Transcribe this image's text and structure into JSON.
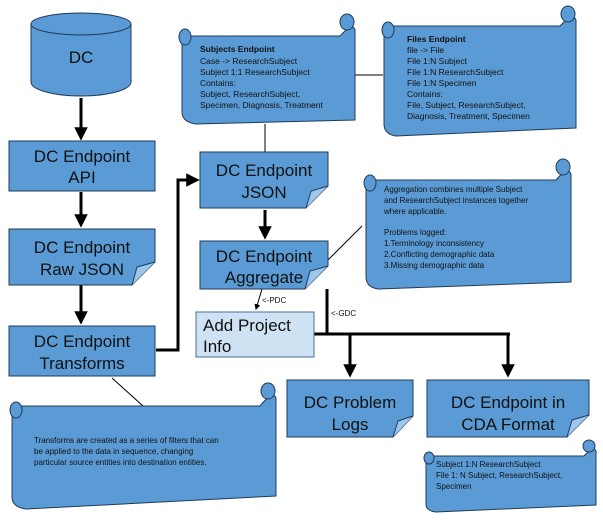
{
  "colors": {
    "box_fill": "#5b9bd5",
    "box_stroke": "#1f3b5a",
    "light_fill": "#cfe2f3",
    "edge": "#000000"
  },
  "nodes": {
    "dc": "DC",
    "endpoint_api": [
      "DC Endpoint",
      "API"
    ],
    "endpoint_raw_json": [
      "DC Endpoint",
      "Raw JSON"
    ],
    "endpoint_transforms": [
      "DC Endpoint",
      "Transforms"
    ],
    "endpoint_json": [
      "DC Endpoint",
      "JSON"
    ],
    "endpoint_aggregate": [
      "DC Endpoint",
      "Aggregate"
    ],
    "add_project_info": [
      "Add Project",
      "Info"
    ],
    "problem_logs": [
      "DC Problem",
      "Logs"
    ],
    "cda_format": [
      "DC Endpoint in",
      "CDA Format"
    ]
  },
  "notes": {
    "subjects_endpoint": {
      "title": "Subjects Endpoint",
      "lines": [
        "Case -> ResearchSubject",
        "Subject 1:1 ResearchSubject",
        "Contains:",
        "Subject, ResearchSubject,",
        "Specimen, Diagnosis, Treatment"
      ]
    },
    "files_endpoint": {
      "title": "Files Endpoint",
      "lines": [
        "file -> File",
        "File 1:N Subject",
        "File 1:N ResearchSubject",
        "File 1:N Specimen",
        "Contains:",
        "File, Subject, ResearchSubject,",
        "Diagnosis, Treatment, Specimen"
      ]
    },
    "aggregation": {
      "lines": [
        "Aggregation combines multiple Subject",
        "and ResearchSubject instances together",
        "where applicable.",
        "",
        "Problems logged:",
        "1.Terminology inconsistency",
        "2.Conflicting demographic data",
        "3.Missing demographic data"
      ]
    },
    "transforms": {
      "lines": [
        "Transforms are created as a series of filters that can",
        "be applied to the data in sequence, changing",
        "particular source entities into destination entities."
      ]
    },
    "cda_relations": {
      "lines": [
        "Subject 1:N ResearchSubject",
        "File 1: N Subject, ResearchSubject,",
        "Specimen"
      ]
    }
  },
  "edge_labels": {
    "pdc": "<-PDC",
    "gdc": "<-GDC"
  }
}
